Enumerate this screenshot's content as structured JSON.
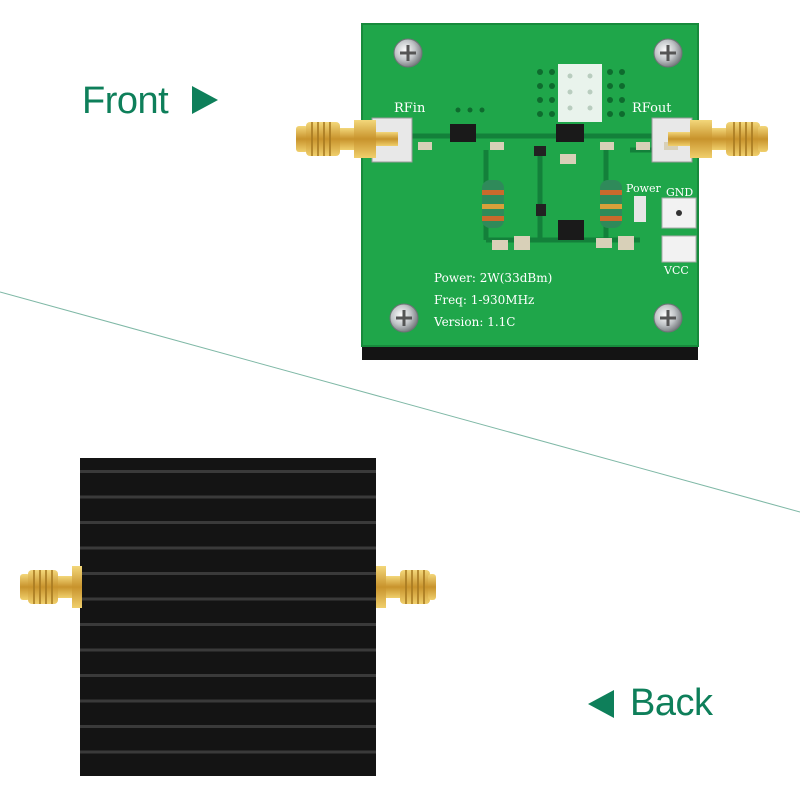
{
  "labels": {
    "front": "Front",
    "back": "Back"
  },
  "board": {
    "rf_in": "RFin",
    "rf_out": "RFout",
    "power_mark": "Power",
    "gnd": "GND",
    "vcc": "VCC",
    "spec_power": "Power: 2W(33dBm)",
    "spec_freq": "Freq: 1-930MHz",
    "spec_version": "Version: 1.1C"
  },
  "colors": {
    "accent": "#0e7f5a",
    "pcb_green": "#1fa64a",
    "heatsink": "#141414",
    "gold": "#d4a640"
  },
  "icons": [
    "arrow-right-icon",
    "arrow-left-icon"
  ]
}
